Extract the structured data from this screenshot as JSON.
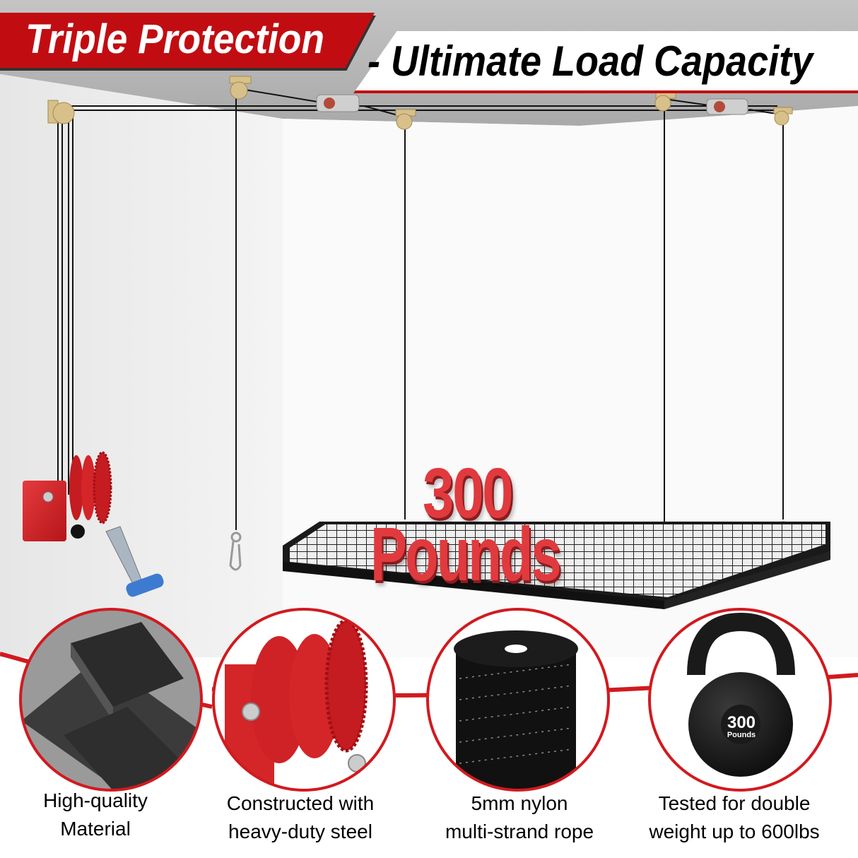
{
  "header": {
    "title_primary": "Triple Protection",
    "title_secondary": "- Ultimate Load Capacity"
  },
  "hero": {
    "load_number": "300",
    "load_unit": "Pounds"
  },
  "features": [
    {
      "id": "material",
      "icon": "steel-tube-icon",
      "line1": "High-quality",
      "line2": "Material"
    },
    {
      "id": "winch",
      "icon": "winch-gear-icon",
      "line1": "Constructed with",
      "line2": "heavy-duty steel"
    },
    {
      "id": "rope",
      "icon": "rope-spool-icon",
      "line1": "5mm nylon",
      "line2": "multi-strand rope"
    },
    {
      "id": "test",
      "icon": "kettlebell-icon",
      "line1": "Tested for double",
      "line2": "weight up to 600lbs"
    }
  ],
  "kettlebell": {
    "number": "300",
    "unit": "Pounds"
  },
  "colors": {
    "brand_red": "#c10d12",
    "text_red": "#e03a3e",
    "ceiling_gray": "#b7b7b7",
    "wall_white": "#f2f2f2"
  }
}
